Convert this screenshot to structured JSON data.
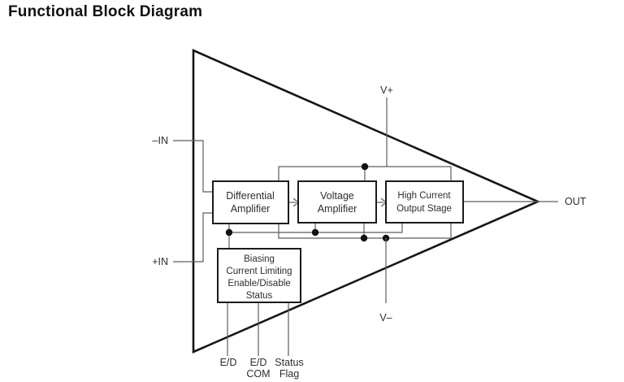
{
  "title": "Functional Block Diagram",
  "colors": {
    "ink": "#161616",
    "wire": "#5d5d5d",
    "text": "#2d2d2d",
    "background": "#ffffff"
  },
  "blocks": {
    "differential": {
      "line1": "Differential",
      "line2": "Amplifier"
    },
    "voltage": {
      "line1": "Voltage",
      "line2": "Amplifier"
    },
    "output": {
      "line1": "High Current",
      "line2": "Output Stage"
    },
    "biasing": {
      "line1": "Biasing",
      "line2": "Current Limiting",
      "line3": "Enable/Disable",
      "line4": "Status"
    }
  },
  "pins": {
    "in_neg": "–IN",
    "in_pos": "+IN",
    "v_plus": "V+",
    "v_minus": "V–",
    "out": "OUT",
    "enable": "E/D",
    "enable_com_line1": "E/D",
    "enable_com_line2": "COM",
    "status_line1": "Status",
    "status_line2": "Flag"
  }
}
